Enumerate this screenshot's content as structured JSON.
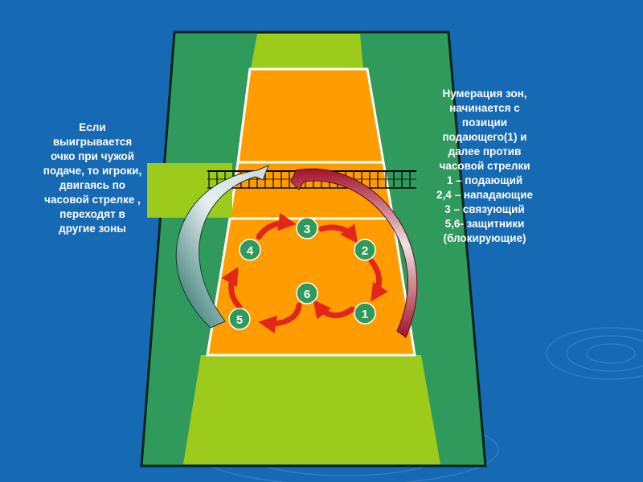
{
  "colors": {
    "background": "#1669b3",
    "outer_court": "#2f9a5c",
    "court_border": "#0c2418",
    "end_zone": "#9ccb1c",
    "court_orange": "#ff9c00",
    "court_lines": "#ffffff",
    "zone_circle": "#2f9a5c",
    "rotation_arrow": "#e3261c",
    "big_arrow_left": "#1d6a63",
    "big_arrow_right": "#a3112c"
  },
  "zones": [
    {
      "id": "3",
      "label": "3"
    },
    {
      "id": "2",
      "label": "2"
    },
    {
      "id": "4",
      "label": "4"
    },
    {
      "id": "6",
      "label": "6"
    },
    {
      "id": "5",
      "label": "5"
    },
    {
      "id": "1",
      "label": "1"
    }
  ],
  "left_caption": {
    "lines": [
      "Если",
      "выигрывается",
      "очко при чужой",
      "подаче, то игроки,",
      "двигаясь по",
      "часовой стрелке ,",
      "переходят в",
      "другие зоны"
    ]
  },
  "right_caption": {
    "lines": [
      "Нумерация зон,",
      "начинается с",
      "позиции",
      "подающего(1) и",
      "далее против",
      "часовой стрелки",
      "1 – подающий",
      "2,4 – нападающие",
      "3 – связующий",
      "5,6- защитники",
      "(блокирующие)"
    ]
  }
}
